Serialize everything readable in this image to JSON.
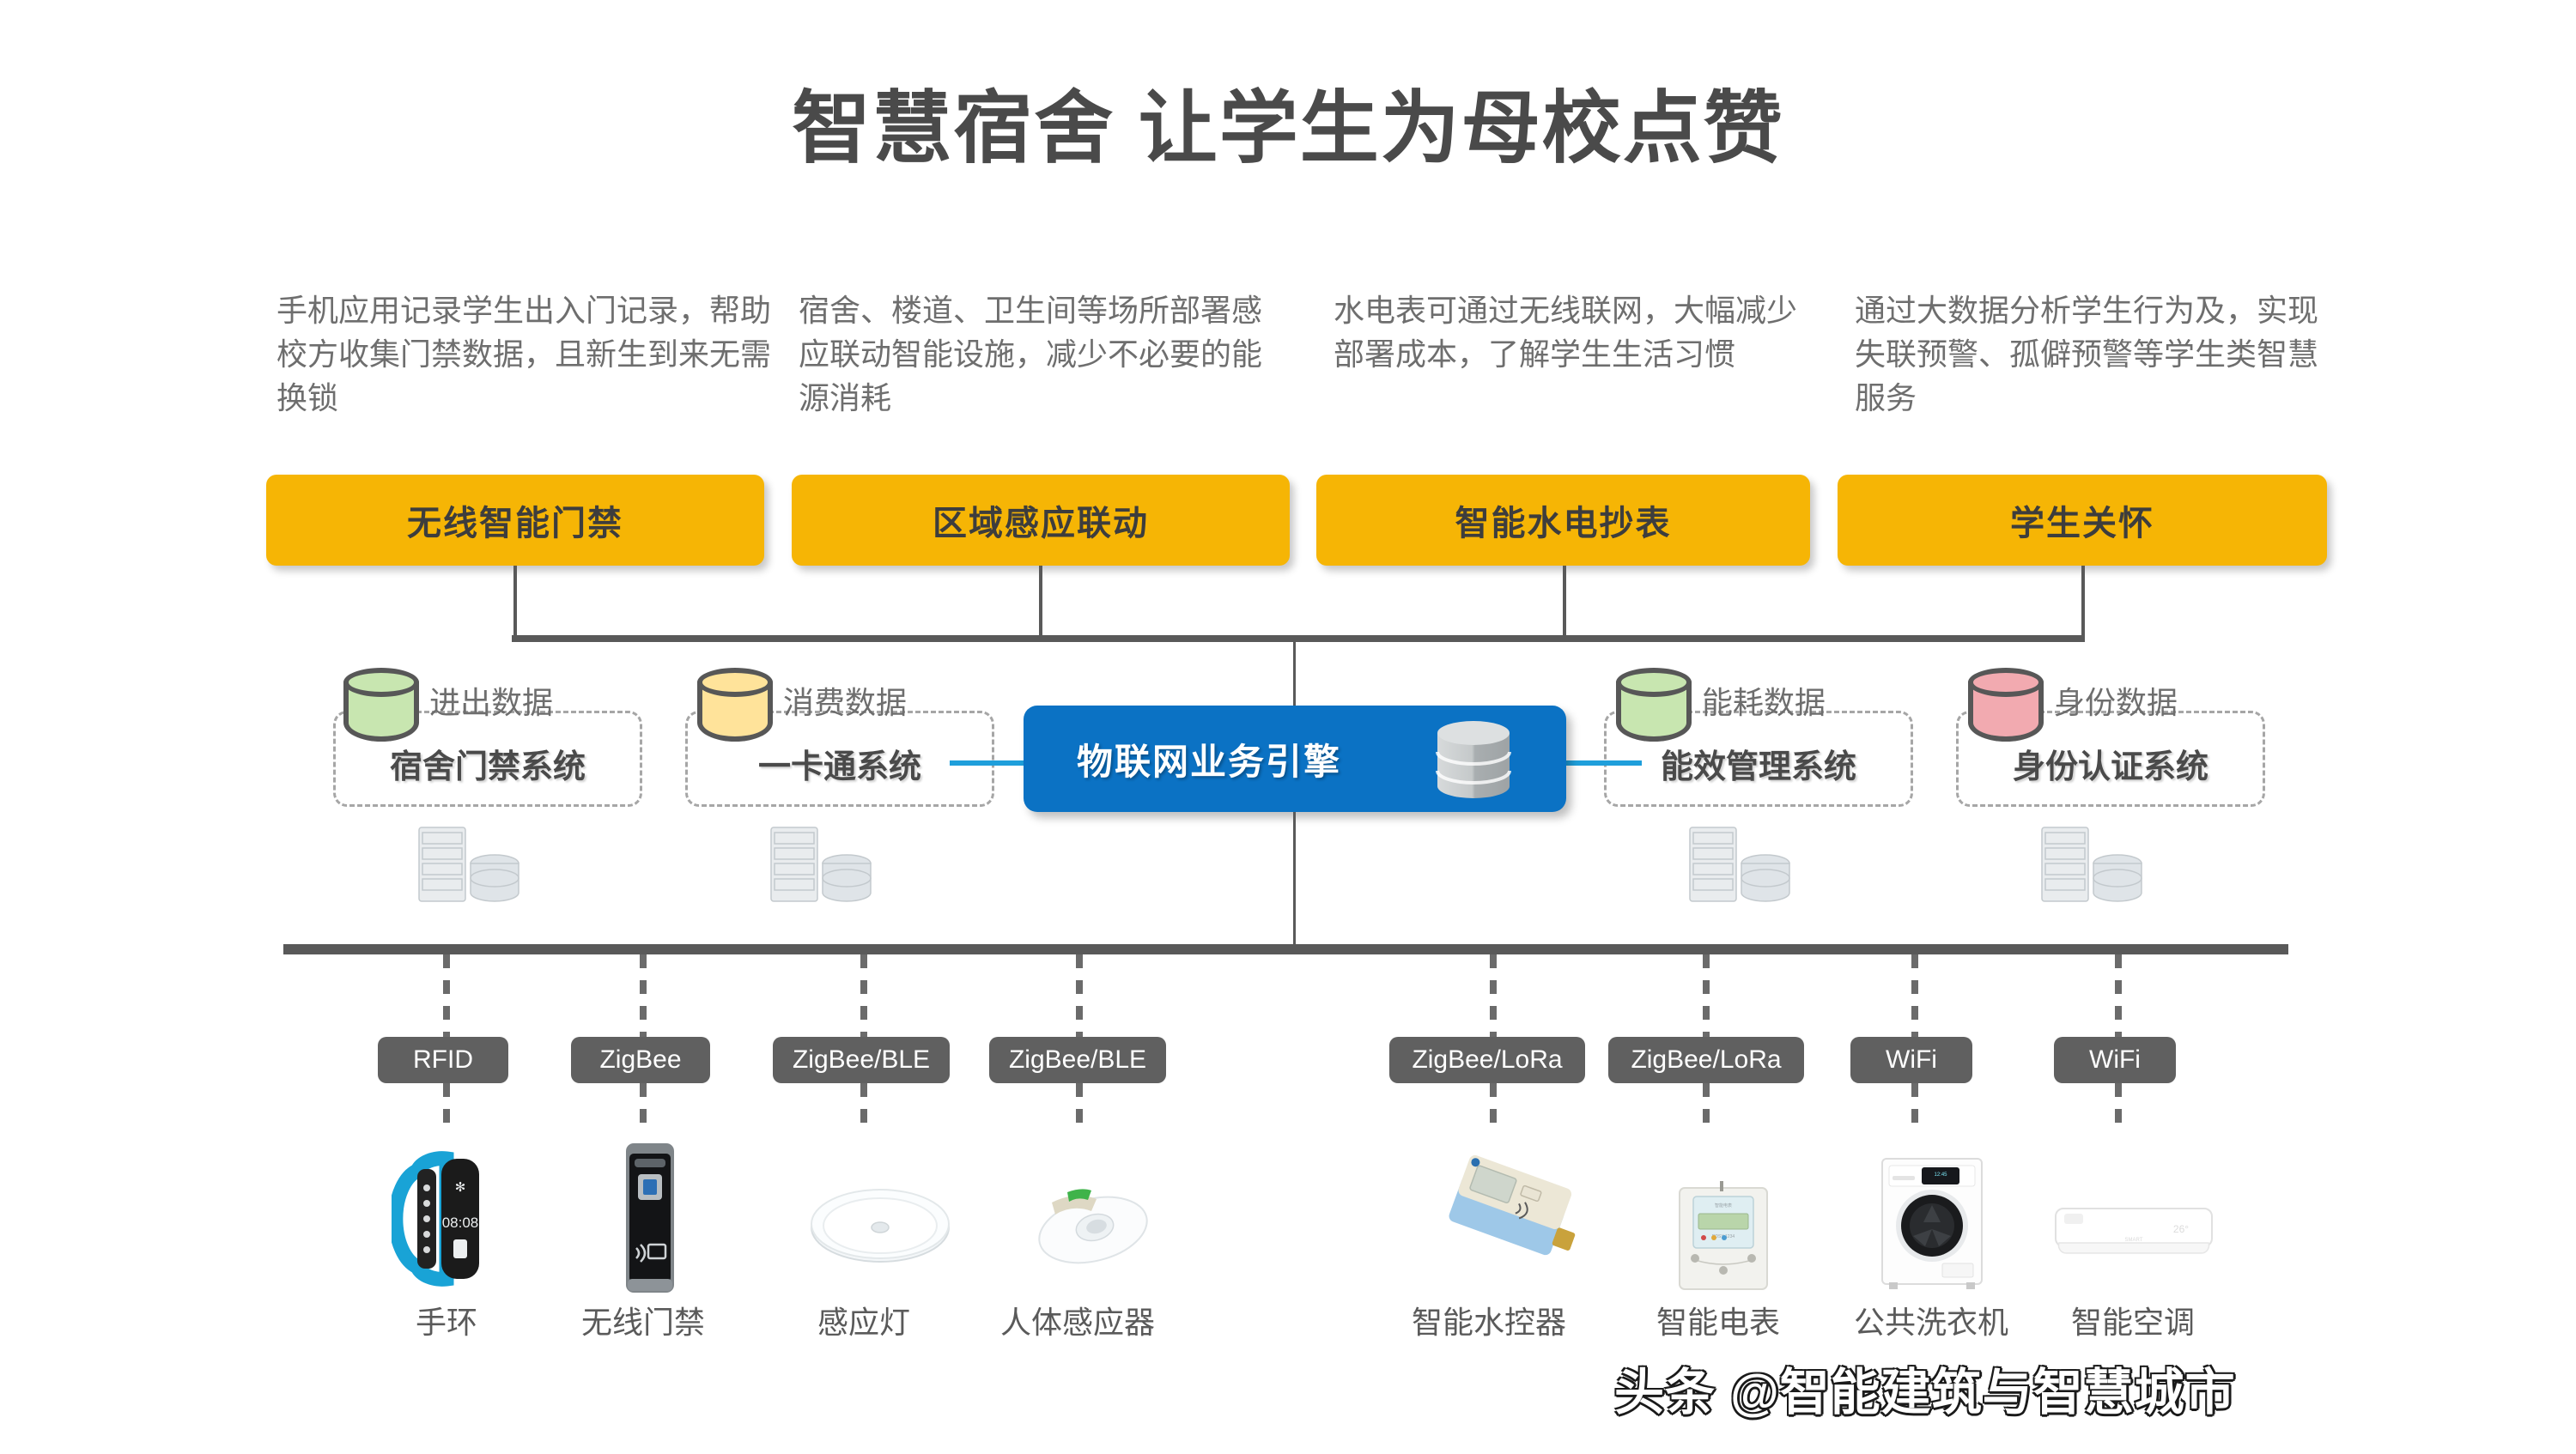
{
  "header": {
    "title": "智慧宿舍 让学生为母校点赞"
  },
  "descriptions": [
    {
      "id": "desc-access",
      "text": "手机应用记录学生出入门记录，帮助校方收集门禁数据，且新生到来无需换锁"
    },
    {
      "id": "desc-sensing",
      "text": "宿舍、楼道、卫生间等场所部署感应联动智能设施，减少不必要的能源消耗"
    },
    {
      "id": "desc-meter",
      "text": "水电表可通过无线联网，大幅减少部署成本，了解学生生活习惯"
    },
    {
      "id": "desc-care",
      "text": "通过大数据分析学生行为及，实现失联预警、孤僻预警等学生类智慧服务"
    }
  ],
  "banners": [
    {
      "label": "无线智能门禁"
    },
    {
      "label": "区域感应联动"
    },
    {
      "label": "智能水电抄表"
    },
    {
      "label": "学生关怀"
    }
  ],
  "systems": [
    {
      "data_label": "进出数据",
      "name": "宿舍门禁系统",
      "cylinder_color": "#c8e6b0"
    },
    {
      "data_label": "消费数据",
      "name": "一卡通系统",
      "cylinder_color": "#ffe39a"
    },
    {
      "data_label": "能耗数据",
      "name": "能效管理系统",
      "cylinder_color": "#c8e6b0"
    },
    {
      "data_label": "身份数据",
      "name": "身份认证系统",
      "cylinder_color": "#f2aab0"
    }
  ],
  "engine": {
    "label": "物联网业务引擎",
    "icon": "database-icon",
    "color": "#0b72c4"
  },
  "protocols": [
    {
      "label": "RFID"
    },
    {
      "label": "ZigBee"
    },
    {
      "label": "ZigBee/BLE"
    },
    {
      "label": "ZigBee/BLE"
    },
    {
      "label": "ZigBee/LoRa"
    },
    {
      "label": "ZigBee/LoRa"
    },
    {
      "label": "WiFi"
    },
    {
      "label": "WiFi"
    }
  ],
  "devices": [
    {
      "label": "手环",
      "icon": "smart-band-icon"
    },
    {
      "label": "无线门禁",
      "icon": "access-terminal-icon"
    },
    {
      "label": "感应灯",
      "icon": "sensor-lamp-icon"
    },
    {
      "label": "人体感应器",
      "icon": "motion-sensor-icon"
    },
    {
      "label": "智能水控器",
      "icon": "smart-water-meter-icon"
    },
    {
      "label": "智能电表",
      "icon": "smart-electric-meter-icon"
    },
    {
      "label": "公共洗衣机",
      "icon": "washing-machine-icon"
    },
    {
      "label": "智能空调",
      "icon": "air-conditioner-icon"
    }
  ],
  "watermark": {
    "text": "头条 @智能建筑与智慧城市"
  },
  "colors": {
    "banner_orange": "#f6b505",
    "engine_blue": "#0b72c4",
    "link_blue": "#1f9fdb",
    "line_gray": "#595959",
    "text_gray": "#6e6e6e"
  }
}
